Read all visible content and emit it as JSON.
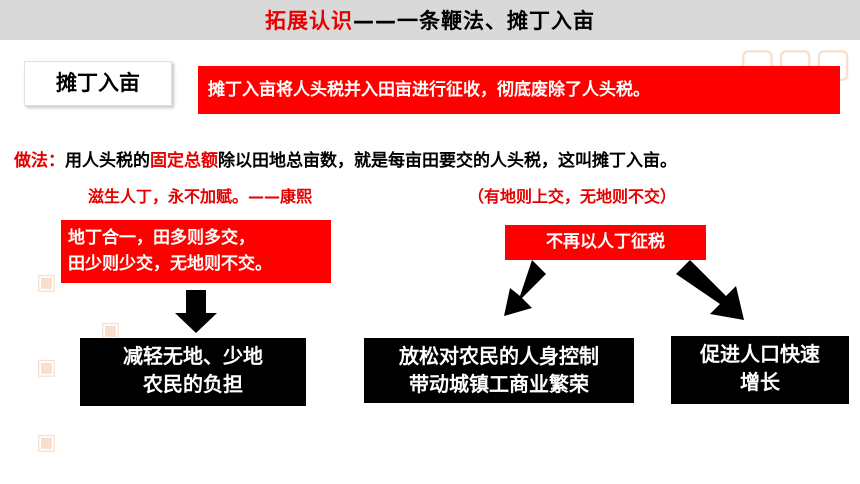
{
  "header": {
    "title_red": "拓展认识",
    "title_black": "——一条鞭法、摊丁入亩"
  },
  "term_label": "摊丁入亩",
  "definition": "摊丁入亩将人头税并入田亩进行征收，彻底废除了人头税。",
  "method": {
    "label": "做法：",
    "text_before": "用人头税的",
    "highlight": "固定总额",
    "text_after": "除以田地总亩数，就是每亩田要交的人头税，这叫摊丁入亩。"
  },
  "kangxi_quote": "滋生人丁，永不加赋。——康熙",
  "land_note": "（有地则上交，无地则不交）",
  "rule_box": {
    "line1": "地丁合一，田多则多交，",
    "line2": "田少则少交，无地则不交。"
  },
  "tax_box": "不再以人丁征税",
  "results": {
    "left": {
      "line1": "减轻无地、少地",
      "line2": "农民的负担"
    },
    "middle": {
      "line1": "放松对农民的人身控制",
      "line2": "带动城镇工商业繁荣"
    },
    "right": {
      "line1": "促进人口快速",
      "line2": "增长"
    }
  },
  "colors": {
    "accent_red": "#ff0000",
    "text_red": "#e60000",
    "header_bg": "#d9d9d9",
    "result_bg": "#000000"
  }
}
